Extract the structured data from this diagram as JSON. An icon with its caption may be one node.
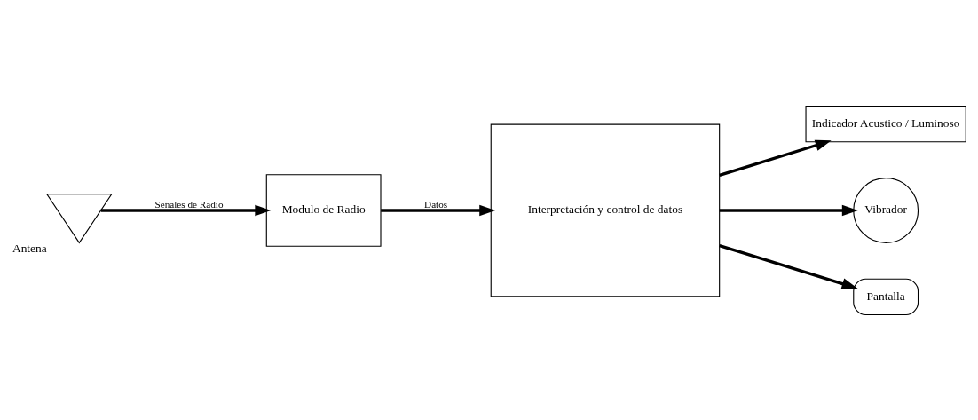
{
  "diagram": {
    "nodes": [
      {
        "text": [
          "Antena"
        ]
      },
      {
        "text": [
          "Modulo de Radio"
        ]
      },
      {
        "text": [
          "Interpretación y control de datos"
        ]
      },
      {
        "text": [
          "Indicador Acustico / Luminoso"
        ]
      },
      {
        "text": [
          "Vibrador"
        ]
      },
      {
        "text": [
          "Pantalla"
        ]
      }
    ],
    "edges": [
      {
        "from": 0,
        "to": 1,
        "arrow": "to",
        "label": "Señales de Radio"
      },
      {
        "from": 1,
        "to": 2,
        "arrow": "to",
        "label": "Datos"
      },
      {
        "from": 2,
        "to": 3,
        "arrow": "to"
      },
      {
        "from": 2,
        "to": 4,
        "arrow": "to"
      },
      {
        "from": 2,
        "to": 5,
        "arrow": "to"
      }
    ]
  }
}
